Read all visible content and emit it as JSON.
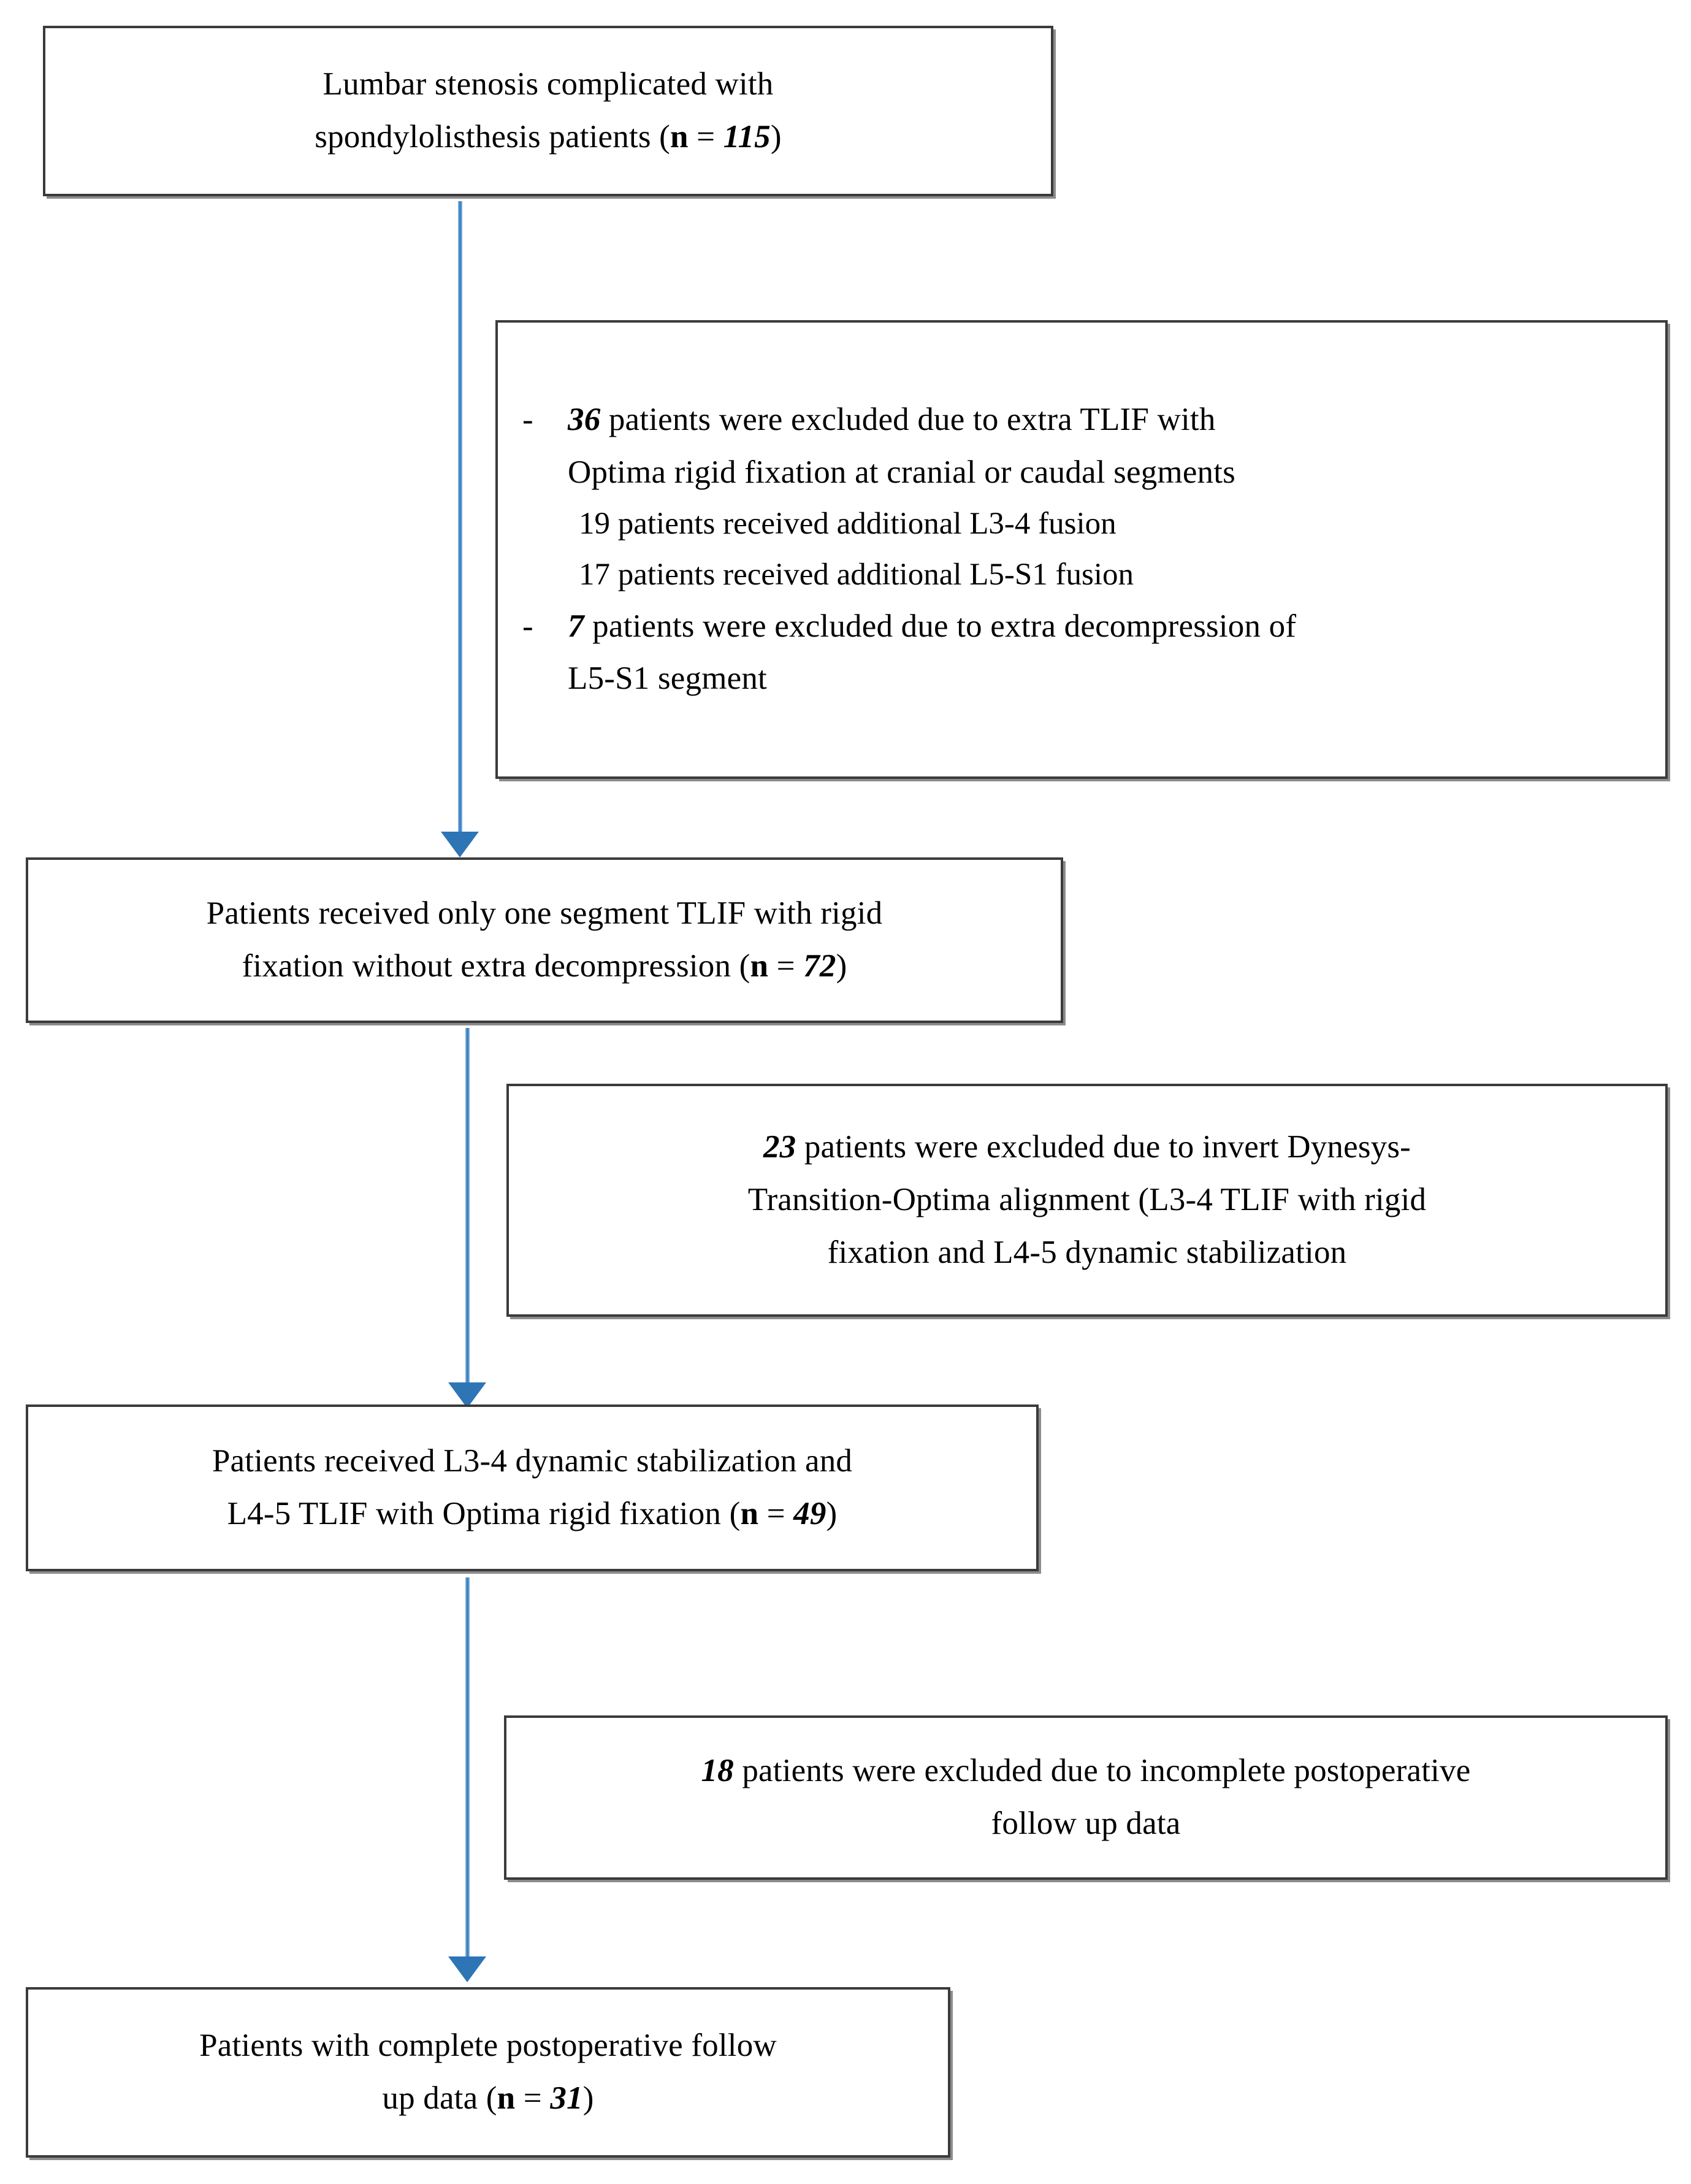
{
  "figure": {
    "type": "flowchart",
    "orientation": "vertical",
    "accent_color": "#2E75B6",
    "box_border_color": "#3B3B3B",
    "background_color": "#FFFFFF"
  },
  "nodes": {
    "enrollment": {
      "id": "box-enrollment",
      "line1": "Lumbar stenosis complicated with",
      "line2_pre": "spondylolisthesis patients (",
      "line2_n_label": "n",
      "line2_eq": " = ",
      "line2_n_value": "115",
      "line2_post": ")"
    },
    "one_segment_tlif": {
      "id": "box-one-segment-tlif",
      "line1": "Patients received only one segment TLIF with rigid",
      "line2_pre": "fixation without extra decompression (",
      "line2_n_label": "n",
      "line2_eq": " = ",
      "line2_n_value": "72",
      "line2_post": ")"
    },
    "dynamic_stabilization": {
      "id": "box-dynamic-stabilization",
      "line1": "Patients received L3-4 dynamic stabilization and",
      "line2_pre": "L4-5 TLIF with Optima rigid fixation (",
      "line2_n_label": "n",
      "line2_eq": " = ",
      "line2_n_value": "49",
      "line2_post": ")"
    },
    "final_cohort": {
      "id": "box-final-cohort",
      "line1": "Patients with complete postoperative follow",
      "line2_pre": "up data (",
      "line2_n_label": "n",
      "line2_eq": " = ",
      "line2_n_value": "31",
      "line2_post": ")"
    }
  },
  "exclusions": {
    "exclusion_1": {
      "id": "box-exclusion-extra-tlif",
      "bullet_marker": "-",
      "items": [
        {
          "number": "36",
          "text_line1": " patients were excluded due to extra TLIF with",
          "text_line2": "Optima rigid fixation at cranial or caudal segments",
          "subitems": [
            "19 patients received additional L3-4 fusion",
            "17 patients received additional L5-S1 fusion"
          ]
        },
        {
          "number": "7",
          "text_line1": " patients were excluded due to extra decompression of",
          "text_line2": "L5-S1 segment",
          "subitems": []
        }
      ]
    },
    "exclusion_2": {
      "id": "box-exclusion-invert-alignment",
      "number": "23",
      "line1_post": " patients were excluded due to invert Dynesys-",
      "line2": "Transition-Optima alignment (L3-4 TLIF with rigid",
      "line3": "fixation and L4-5 dynamic stabilization"
    },
    "exclusion_3": {
      "id": "box-exclusion-incomplete-followup",
      "number": "18",
      "line1_post": " patients were excluded due to incomplete postoperative",
      "line2": "follow up data"
    }
  },
  "connectors": [
    {
      "id": "arrow-enrollment-to-one-segment",
      "from": "enrollment",
      "to": "one_segment_tlif"
    },
    {
      "id": "arrow-one-segment-to-dynamic",
      "from": "one_segment_tlif",
      "to": "dynamic_stabilization"
    },
    {
      "id": "arrow-dynamic-to-final",
      "from": "dynamic_stabilization",
      "to": "final_cohort"
    }
  ],
  "chart_data": {
    "type": "flow",
    "title": "Patient selection flow diagram",
    "stages": [
      {
        "label": "Lumbar stenosis complicated with spondylolisthesis patients",
        "n": 115
      },
      {
        "label": "Patients received only one segment TLIF with rigid fixation without extra decompression",
        "n": 72
      },
      {
        "label": "Patients received L3-4 dynamic stabilization and L4-5 TLIF with Optima rigid fixation",
        "n": 49
      },
      {
        "label": "Patients with complete postoperative follow up data",
        "n": 31
      }
    ],
    "exclusions": [
      {
        "after_stage": 0,
        "n": 36,
        "reason": "extra TLIF with Optima rigid fixation at cranial or caudal segments",
        "breakdown": [
          {
            "n": 19,
            "reason": "additional L3-4 fusion"
          },
          {
            "n": 17,
            "reason": "additional L5-S1 fusion"
          }
        ]
      },
      {
        "after_stage": 0,
        "n": 7,
        "reason": "extra decompression of L5-S1 segment",
        "breakdown": []
      },
      {
        "after_stage": 1,
        "n": 23,
        "reason": "invert Dynesys-Transition-Optima alignment (L3-4 TLIF with rigid fixation and L4-5 dynamic stabilization",
        "breakdown": []
      },
      {
        "after_stage": 2,
        "n": 18,
        "reason": "incomplete postoperative follow up data",
        "breakdown": []
      }
    ]
  }
}
